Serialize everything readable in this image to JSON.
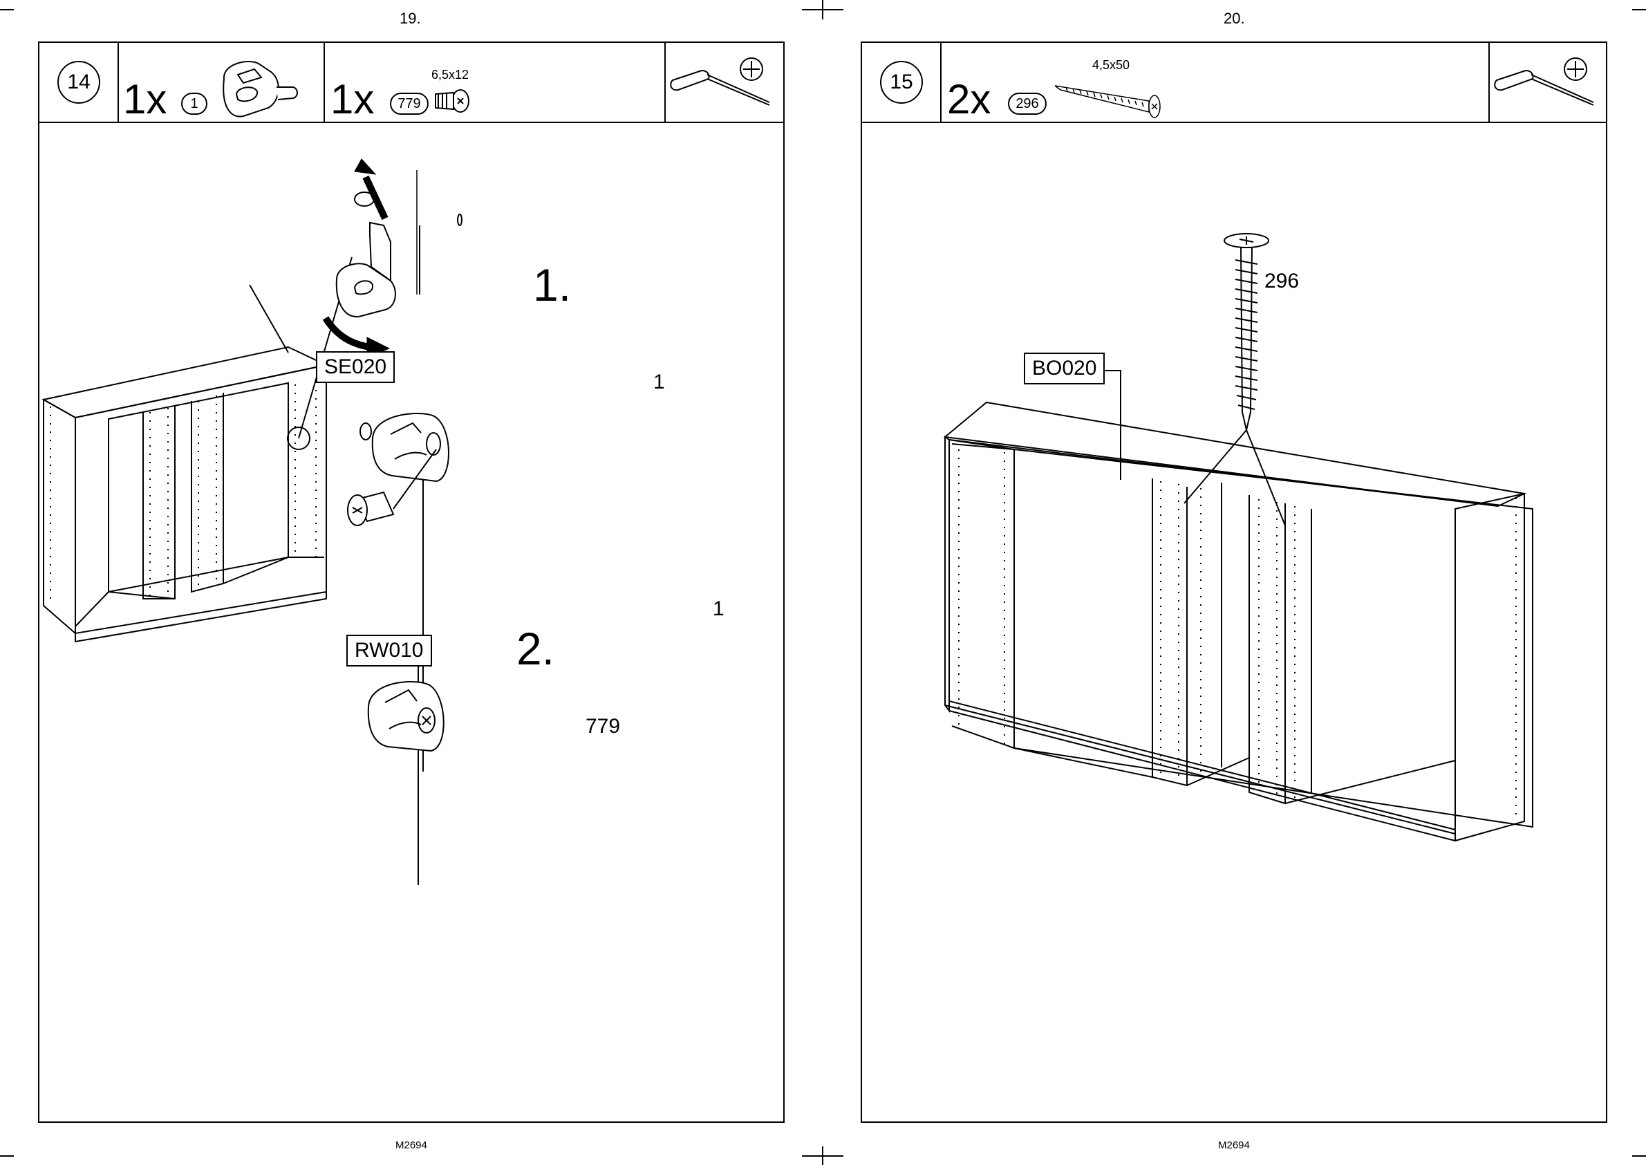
{
  "pages": [
    {
      "page_number": "19.",
      "footer": "M2694",
      "step": {
        "number": "14",
        "parts": [
          {
            "qty": "1x",
            "part_id": "1"
          },
          {
            "qty": "1x",
            "part_id": "779",
            "spec": "6,5x12"
          }
        ]
      },
      "labels": {
        "top_panel": "SE020",
        "side_panel": "RW010",
        "step_1": "1.",
        "step_2": "2.",
        "fitting_1": "1",
        "fitting_2": "1",
        "screw": "779"
      }
    },
    {
      "page_number": "20.",
      "footer": "M2694",
      "step": {
        "number": "15",
        "parts": [
          {
            "qty": "2x",
            "part_id": "296",
            "spec": "4,5x50"
          }
        ]
      },
      "labels": {
        "top_panel": "BO020",
        "screw": "296"
      }
    }
  ],
  "icons": [
    "screwdriver-icon",
    "phillips-head-icon",
    "connector-fitting-icon",
    "screw-icon",
    "long-screw-icon"
  ]
}
